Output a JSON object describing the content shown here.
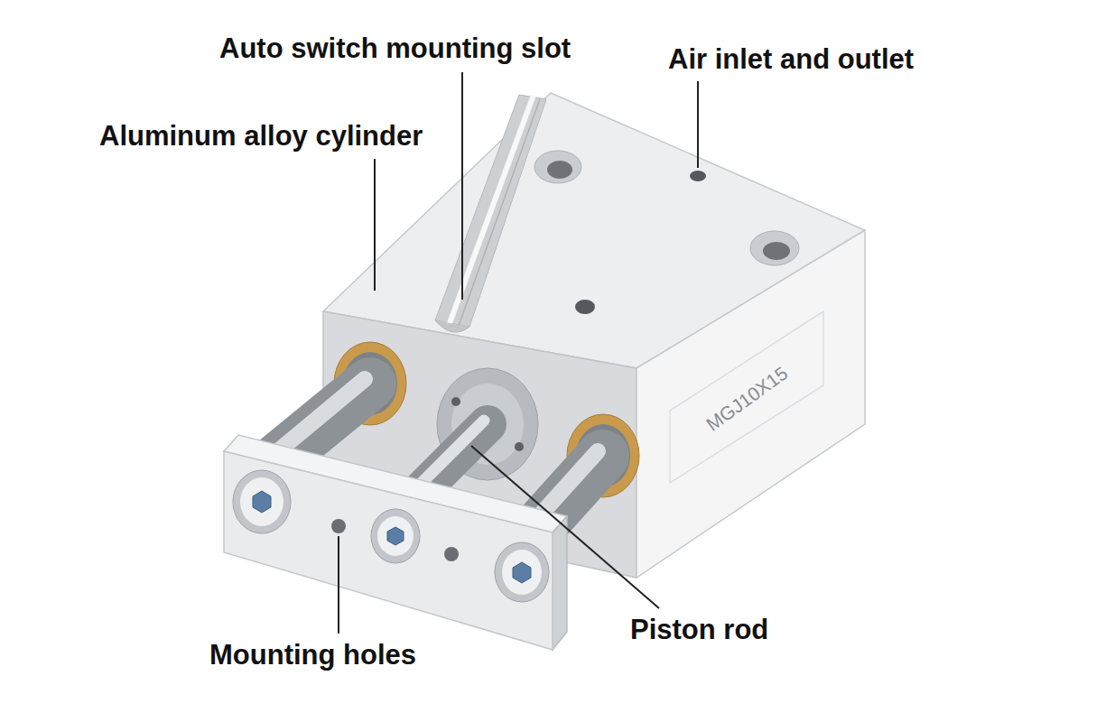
{
  "diagram": {
    "labels": [
      "Auto switch mounting slot",
      "Air inlet and outlet",
      "Aluminum alloy cylinder",
      "Piston rod",
      "Mounting holes",
      "MGJ10X15"
    ]
  }
}
